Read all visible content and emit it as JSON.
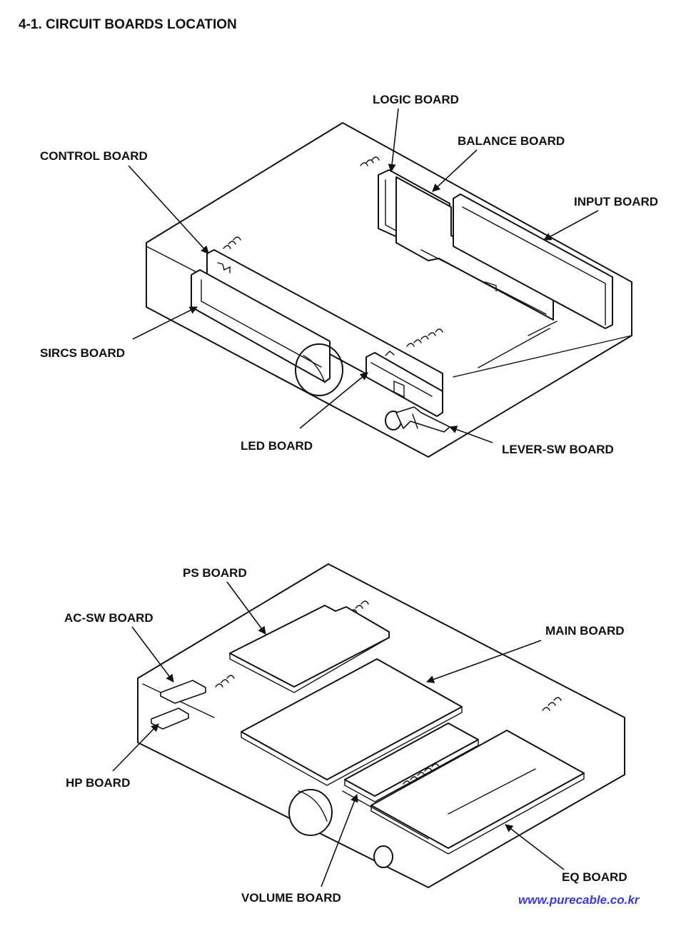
{
  "heading": "4-1.  CIRCUIT BOARDS LOCATION",
  "top_labels": {
    "logic": "LOGIC BOARD",
    "balance": "BALANCE BOARD",
    "control": "CONTROL BOARD",
    "input": "INPUT BOARD",
    "sircs": "SIRCS BOARD",
    "led": "LED BOARD",
    "lever_sw": "LEVER-SW BOARD"
  },
  "bottom_labels": {
    "ps": "PS BOARD",
    "ac_sw": "AC-SW BOARD",
    "main": "MAIN BOARD",
    "hp": "HP BOARD",
    "eq": "EQ BOARD",
    "volume": "VOLUME BOARD"
  },
  "watermark": "www.purecable.co.kr"
}
